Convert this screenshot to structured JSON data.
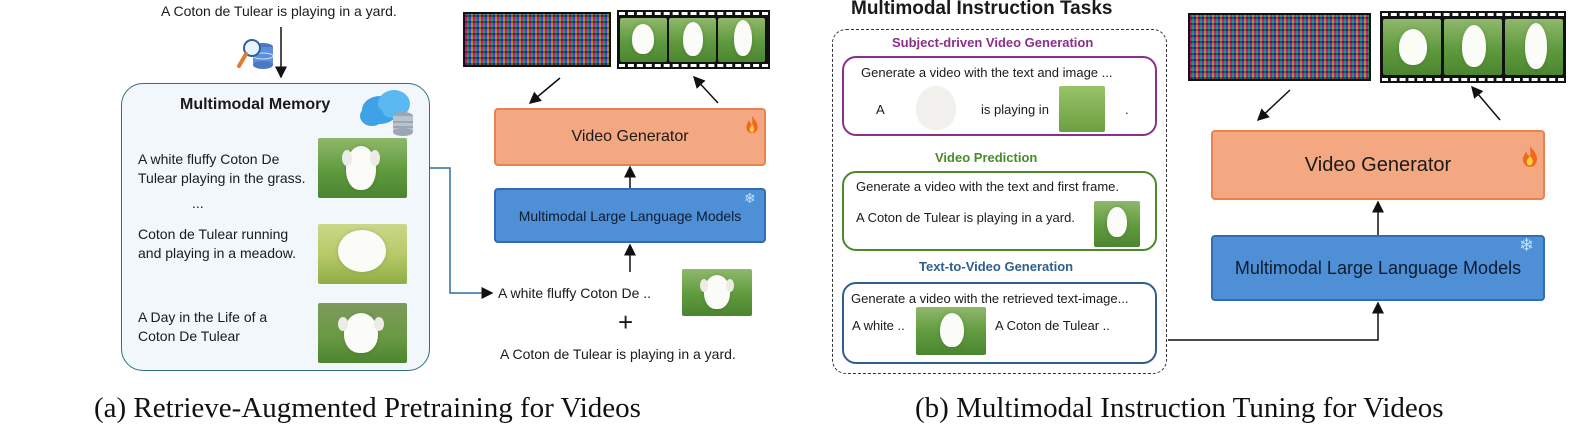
{
  "colors": {
    "video_generator_fill": "#f3a882",
    "video_generator_border": "#e8834f",
    "mllm_fill": "#4e8fd6",
    "mllm_border": "#2f6db4",
    "memory_border": "#2f6f80",
    "subject_driven": "#8a2f8a",
    "video_prediction": "#4a8a2a",
    "text_to_video": "#2f5f8f"
  },
  "icons": [
    "magnifier-database-icon",
    "cloud-database-icon",
    "fire-icon",
    "snowflake-icon"
  ],
  "panel_a": {
    "top_prompt": "A Coton de Tulear is playing in a yard.",
    "memory_title": "Multimodal Memory",
    "memory_entries": [
      "A white fluffy Coton De Tulear playing in the grass.",
      "...",
      "Coton de Tulear running and playing in a meadow.",
      "A Day in the Life of a Coton De Tulear"
    ],
    "video_generator": "Video Generator",
    "mllm": "Multimodal Large Language Models",
    "retrieved_text": "A white fluffy Coton De ..",
    "plus": "+",
    "bottom_prompt": "A Coton de Tulear is playing in a yard.",
    "caption": "(a) Retrieve-Augmented Pretraining for Videos"
  },
  "panel_b": {
    "tasks_title": "Multimodal Instruction Tasks",
    "task1": {
      "title": "Subject-driven Video Generation",
      "instruction": "Generate a video with the text and image ...",
      "word_a": "A",
      "word_b": "is playing in",
      "period": "."
    },
    "task2": {
      "title": "Video Prediction",
      "instruction": "Generate a video with the text and first frame.",
      "prompt": "A Coton de Tulear is playing in a yard."
    },
    "task3": {
      "title": "Text-to-Video Generation",
      "instruction": "Generate a video with the retrieved text-image...",
      "left": "A white ..",
      "right": "A Coton de Tulear .."
    },
    "video_generator": "Video Generator",
    "mllm": "Multimodal Large Language Models",
    "caption": "(b) Multimodal Instruction Tuning for Videos"
  }
}
